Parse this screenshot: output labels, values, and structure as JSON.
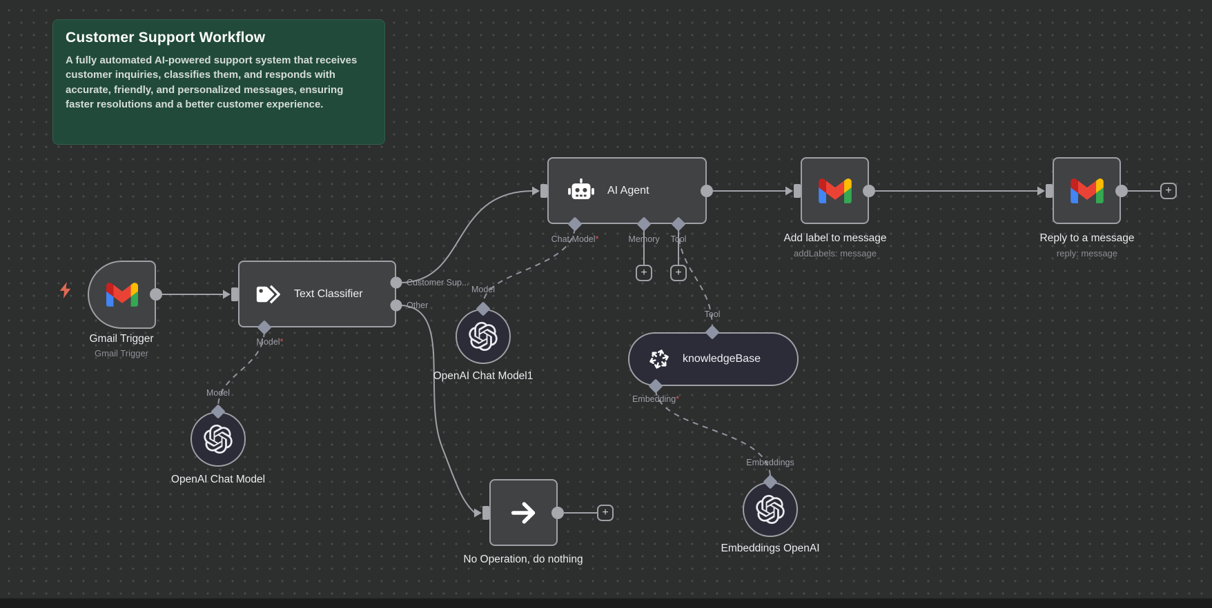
{
  "sticky_note": {
    "title": "Customer Support Workflow",
    "body": "A fully automated AI-powered support system that receives customer inquiries, classifies them, and responds with accurate, friendly, and personalized messages, ensuring faster resolutions and a better customer experience."
  },
  "ui": {
    "plus": "+",
    "required": "*"
  },
  "colors": {
    "canvas_bg": "#2d2e2e",
    "node_fill": "#414244",
    "subnode_fill": "#2b2c38",
    "node_border": "#9fa1a6",
    "wire": "#9fa2a7",
    "port_diamond": "#8f94a4",
    "sticky_bg": "#214a3a",
    "required_red": "#e0565c",
    "trigger_bolt": "#e06a52",
    "gmail_red": "#ea4335",
    "gmail_blue": "#4285f4",
    "gmail_green": "#34a853",
    "gmail_yellow": "#fbbc04"
  },
  "nodes": {
    "gmail_trigger": {
      "name": "Gmail Trigger",
      "subtitle": "Gmail Trigger",
      "icon": "gmail-icon"
    },
    "text_classifier": {
      "name": "Text Classifier",
      "icon": "tags-icon",
      "output_customer": "Customer Sup...",
      "output_other": "Other",
      "port_model": "Model"
    },
    "ai_agent": {
      "name": "AI Agent",
      "icon": "robot-icon",
      "port_chat_model": "Chat Model",
      "port_memory": "Memory",
      "port_tool": "Tool"
    },
    "openai_chat_model": {
      "name": "OpenAI Chat Model",
      "port": "Model",
      "icon": "openai-icon"
    },
    "openai_chat_model1": {
      "name": "OpenAI Chat Model1",
      "port": "Model",
      "icon": "openai-icon"
    },
    "knowledge_base": {
      "name": "knowledgeBase",
      "port_tool": "Tool",
      "port_embedding": "Embedding",
      "icon": "vector-store-icon"
    },
    "embeddings_openai": {
      "name": "Embeddings OpenAI",
      "port": "Embeddings",
      "icon": "openai-icon"
    },
    "add_label": {
      "name": "Add label to message",
      "subtitle": "addLabels: message",
      "icon": "gmail-icon"
    },
    "reply": {
      "name": "Reply to a message",
      "subtitle": "reply: message",
      "icon": "gmail-icon"
    },
    "noop": {
      "name": "No Operation, do nothing",
      "icon": "arrow-right-icon"
    }
  }
}
